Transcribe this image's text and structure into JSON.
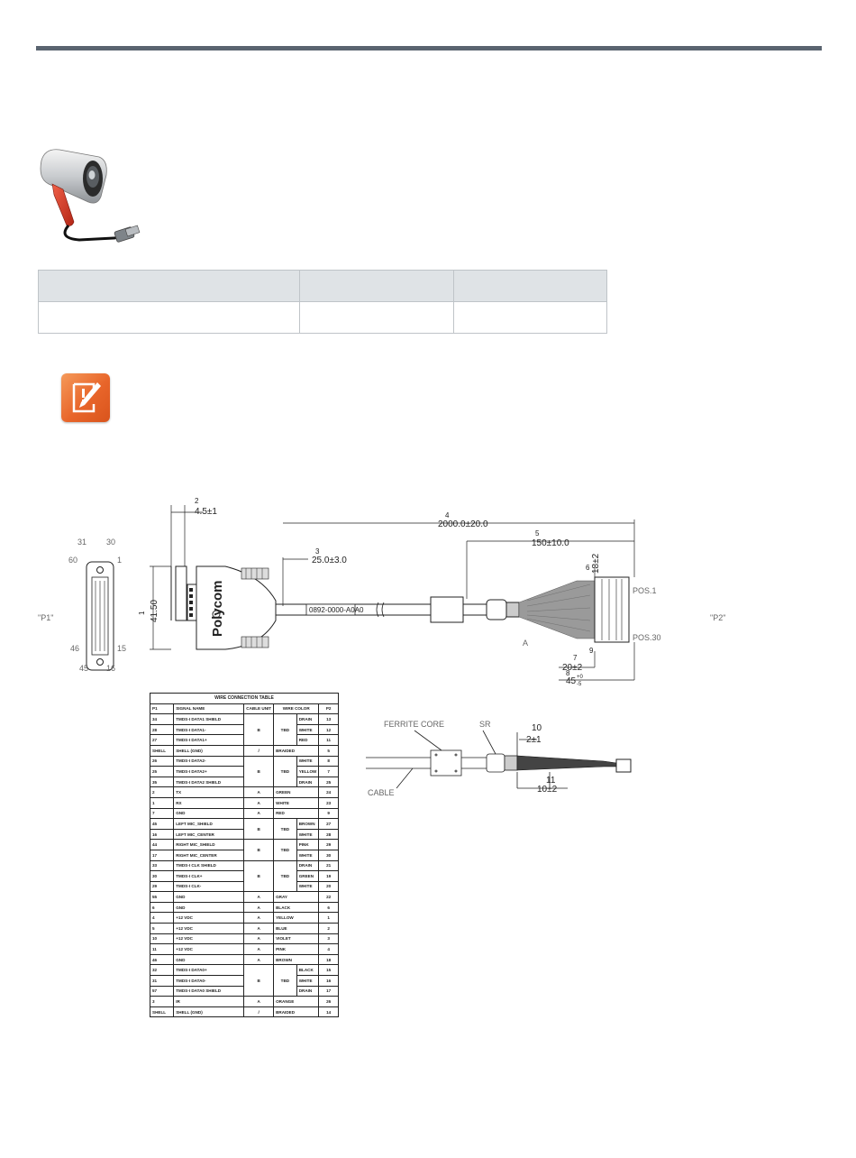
{
  "drawing": {
    "p1_label": "\"P1\"",
    "p2_label": "\"P2\"",
    "p1_pins": {
      "top_left": "31",
      "top_right": "30",
      "left_top": "60",
      "right_top": "1",
      "left_bottom": "46",
      "right_bottom": "15",
      "bottom_left": "45",
      "bottom_right": "16"
    },
    "brand": "Polycom",
    "part_label": "0892-0000-A0A0",
    "dims": {
      "d1_num": "1",
      "d1": "41.50",
      "d2_num": "2",
      "d2": "4.5±1",
      "d3_num": "3",
      "d3": "25.0±3.0",
      "d4_num": "4",
      "d4": "2000.0±20.0",
      "d5_num": "5",
      "d5": "150±10.0",
      "d6_num": "6",
      "d6": "18±2",
      "d7_num": "7",
      "d7": "20±2",
      "d8_num": "8",
      "d8": "45",
      "d8_tol_upper": "+0",
      "d8_tol_lower": "-5",
      "d9_num": "9",
      "d10_num": "10",
      "d10": "2±1",
      "d11_num": "11",
      "d11": "10±2"
    },
    "pos1": "POS.1",
    "pos30": "POS.30",
    "marker_a": "A",
    "ferrite_core": "FERRITE CORE",
    "sr": "SR",
    "cable": "CABLE"
  },
  "wire_table": {
    "title": "WIRE CONNECTION TABLE",
    "headers": [
      "P1",
      "SIGNAL NAME",
      "CABLE UNIT",
      "WIRE COLOR",
      "P2"
    ],
    "rows": [
      {
        "p1": "34",
        "sig": "TMDS-I DATA1 SHIELD",
        "unit": "B",
        "tbd": "TBD",
        "color": "DRAIN",
        "p2": "13"
      },
      {
        "p1": "28",
        "sig": "TMDS-I DATA1-",
        "unit": "",
        "tbd": "",
        "color": "WHITE",
        "p2": "12"
      },
      {
        "p1": "27",
        "sig": "TMDS-I DATA1+",
        "unit": "",
        "tbd": "",
        "color": "RED",
        "p2": "11"
      },
      {
        "p1": "SHELL",
        "sig": "SHELL (GND)",
        "unit": "/",
        "tbd": "",
        "color": "BRAIDED",
        "p2": "5"
      },
      {
        "p1": "26",
        "sig": "TMDS-I DATA2-",
        "unit": "B",
        "tbd": "TBD",
        "color": "WHITE",
        "p2": "8"
      },
      {
        "p1": "25",
        "sig": "TMDS-I DATA2+",
        "unit": "",
        "tbd": "",
        "color": "YELLOW",
        "p2": "7"
      },
      {
        "p1": "35",
        "sig": "TMDS-I DATA2 SHIELD",
        "unit": "",
        "tbd": "",
        "color": "DRAIN",
        "p2": "25"
      },
      {
        "p1": "2",
        "sig": "TX",
        "unit": "A",
        "tbd": "",
        "color": "GREEN",
        "p2": "24"
      },
      {
        "p1": "1",
        "sig": "RX",
        "unit": "A",
        "tbd": "",
        "color": "WHITE",
        "p2": "23"
      },
      {
        "p1": "7",
        "sig": "GND",
        "unit": "A",
        "tbd": "",
        "color": "RED",
        "p2": "9"
      },
      {
        "p1": "45",
        "sig": "LEFT MIC_SHIELD",
        "unit": "B",
        "tbd": "TBD",
        "color": "BROWN",
        "p2": "27"
      },
      {
        "p1": "16",
        "sig": "LEFT MIC_CENTER",
        "unit": "",
        "tbd": "",
        "color": "WHITE",
        "p2": "28"
      },
      {
        "p1": "44",
        "sig": "RIGHT MIC_SHIELD",
        "unit": "B",
        "tbd": "TBD",
        "color": "PINK",
        "p2": "29"
      },
      {
        "p1": "17",
        "sig": "RIGHT MIC_CENTER",
        "unit": "",
        "tbd": "",
        "color": "WHITE",
        "p2": "30"
      },
      {
        "p1": "33",
        "sig": "TMDS-I CLK SHIELD",
        "unit": "B",
        "tbd": "TBD",
        "color": "DRAIN",
        "p2": "21"
      },
      {
        "p1": "30",
        "sig": "TMDS-I CLK+",
        "unit": "",
        "tbd": "",
        "color": "GREEN",
        "p2": "19"
      },
      {
        "p1": "29",
        "sig": "TMDS-I CLK-",
        "unit": "",
        "tbd": "",
        "color": "WHITE",
        "p2": "20"
      },
      {
        "p1": "55",
        "sig": "GND",
        "unit": "A",
        "tbd": "",
        "color": "GRAY",
        "p2": "22"
      },
      {
        "p1": "6",
        "sig": "GND",
        "unit": "A",
        "tbd": "",
        "color": "BLACK",
        "p2": "6"
      },
      {
        "p1": "4",
        "sig": "+12 VDC",
        "unit": "A",
        "tbd": "",
        "color": "YELLOW",
        "p2": "1"
      },
      {
        "p1": "5",
        "sig": "+12 VDC",
        "unit": "A",
        "tbd": "",
        "color": "BLUE",
        "p2": "2"
      },
      {
        "p1": "10",
        "sig": "+12 VDC",
        "unit": "A",
        "tbd": "",
        "color": "VIOLET",
        "p2": "3"
      },
      {
        "p1": "11",
        "sig": "+12 VDC",
        "unit": "A",
        "tbd": "",
        "color": "PINK",
        "p2": "4"
      },
      {
        "p1": "46",
        "sig": "GND",
        "unit": "A",
        "tbd": "",
        "color": "BROWN",
        "p2": "18"
      },
      {
        "p1": "32",
        "sig": "TMDS-I DATA0+",
        "unit": "B",
        "tbd": "TBD",
        "color": "BLACK",
        "p2": "15"
      },
      {
        "p1": "31",
        "sig": "TMDS-I DATA0-",
        "unit": "",
        "tbd": "",
        "color": "WHITE",
        "p2": "16"
      },
      {
        "p1": "57",
        "sig": "TMDS-I DATA0 SHIELD",
        "unit": "",
        "tbd": "",
        "color": "DRAIN",
        "p2": "17"
      },
      {
        "p1": "3",
        "sig": "IR",
        "unit": "A",
        "tbd": "",
        "color": "ORANGE",
        "p2": "26"
      },
      {
        "p1": "SHELL",
        "sig": "SHELL (GND)",
        "unit": "/",
        "tbd": "",
        "color": "BRAIDED",
        "p2": "14"
      }
    ]
  },
  "colors": {
    "top_bar": "#5a6470",
    "table_header_bg": "#dfe3e6",
    "note_icon": "#e8652a",
    "camera_accent": "#d93a26"
  }
}
